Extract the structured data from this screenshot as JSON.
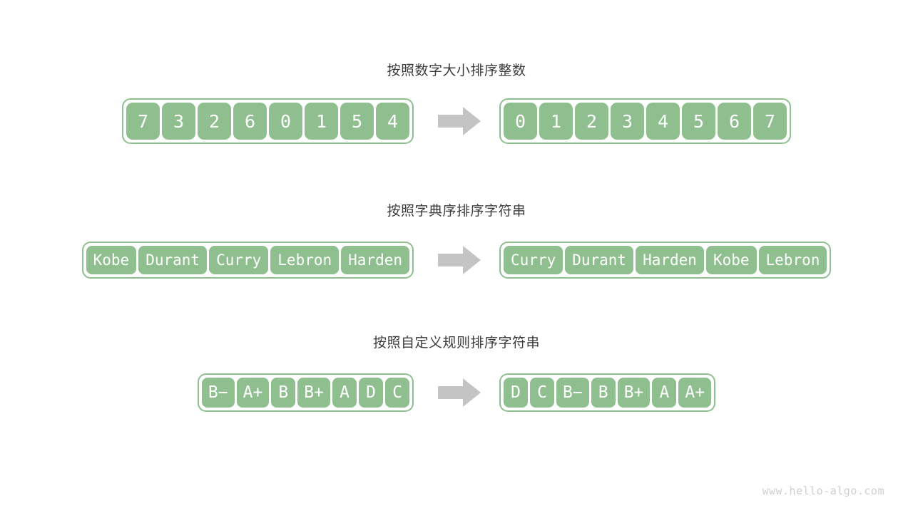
{
  "page": {
    "background": "#ffffff",
    "accent_green": "#8fbf8f",
    "arrow_color": "#c4c4c4",
    "title_color": "#3c3c3c",
    "watermark_color": "#cfcfcf",
    "watermark": "www.hello-algo.com"
  },
  "sections": [
    {
      "title": "按照数字大小排序整数",
      "arrow_icon": "right-arrow-icon",
      "input": [
        "7",
        "3",
        "2",
        "6",
        "0",
        "1",
        "5",
        "4"
      ],
      "output": [
        "0",
        "1",
        "2",
        "3",
        "4",
        "5",
        "6",
        "7"
      ]
    },
    {
      "title": "按照字典序排序字符串",
      "arrow_icon": "right-arrow-icon",
      "input": [
        "Kobe",
        "Durant",
        "Curry",
        "Lebron",
        "Harden"
      ],
      "output": [
        "Curry",
        "Durant",
        "Harden",
        "Kobe",
        "Lebron"
      ]
    },
    {
      "title": "按照自定义规则排序字符串",
      "arrow_icon": "right-arrow-icon",
      "input": [
        "B−",
        "A+",
        "B",
        "B+",
        "A",
        "D",
        "C"
      ],
      "output": [
        "D",
        "C",
        "B−",
        "B",
        "B+",
        "A",
        "A+"
      ]
    }
  ]
}
